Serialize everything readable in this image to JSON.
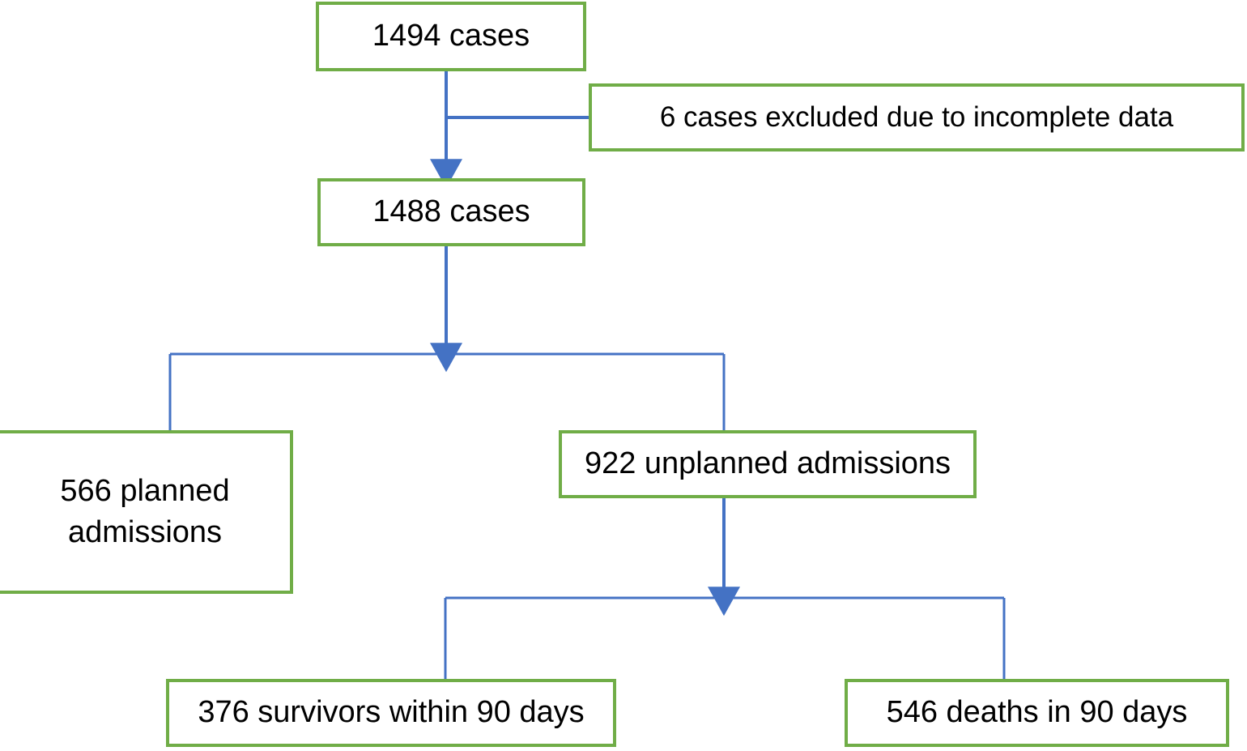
{
  "diagram": {
    "type": "flowchart",
    "orientation": "top-down",
    "colors": {
      "node_border": "#70AD47",
      "node_fill": "#FFFFFF",
      "connector": "#4472C4",
      "text": "#000000"
    },
    "nodes": [
      {
        "id": "total",
        "text": "1494 cases"
      },
      {
        "id": "excluded",
        "text": "6 cases excluded due to incomplete data"
      },
      {
        "id": "included",
        "text": "1488 cases"
      },
      {
        "id": "planned",
        "text": "566 planned\nadmissions"
      },
      {
        "id": "unplanned",
        "text": "922 unplanned admissions"
      },
      {
        "id": "survivors",
        "text": "376 survivors within 90 days"
      },
      {
        "id": "deaths",
        "text": "546 deaths in 90 days"
      }
    ],
    "edges": [
      {
        "from": "total",
        "to": "excluded",
        "style": "elbow",
        "arrow": false
      },
      {
        "from": "total",
        "to": "included",
        "style": "down",
        "arrow": true
      },
      {
        "from": "included",
        "to": "planned",
        "style": "split",
        "arrow": false
      },
      {
        "from": "included",
        "to": "unplanned",
        "style": "split",
        "arrow": false
      },
      {
        "from": "unplanned",
        "to": "survivors",
        "style": "split",
        "arrow": false
      },
      {
        "from": "unplanned",
        "to": "deaths",
        "style": "split",
        "arrow": false
      }
    ]
  }
}
